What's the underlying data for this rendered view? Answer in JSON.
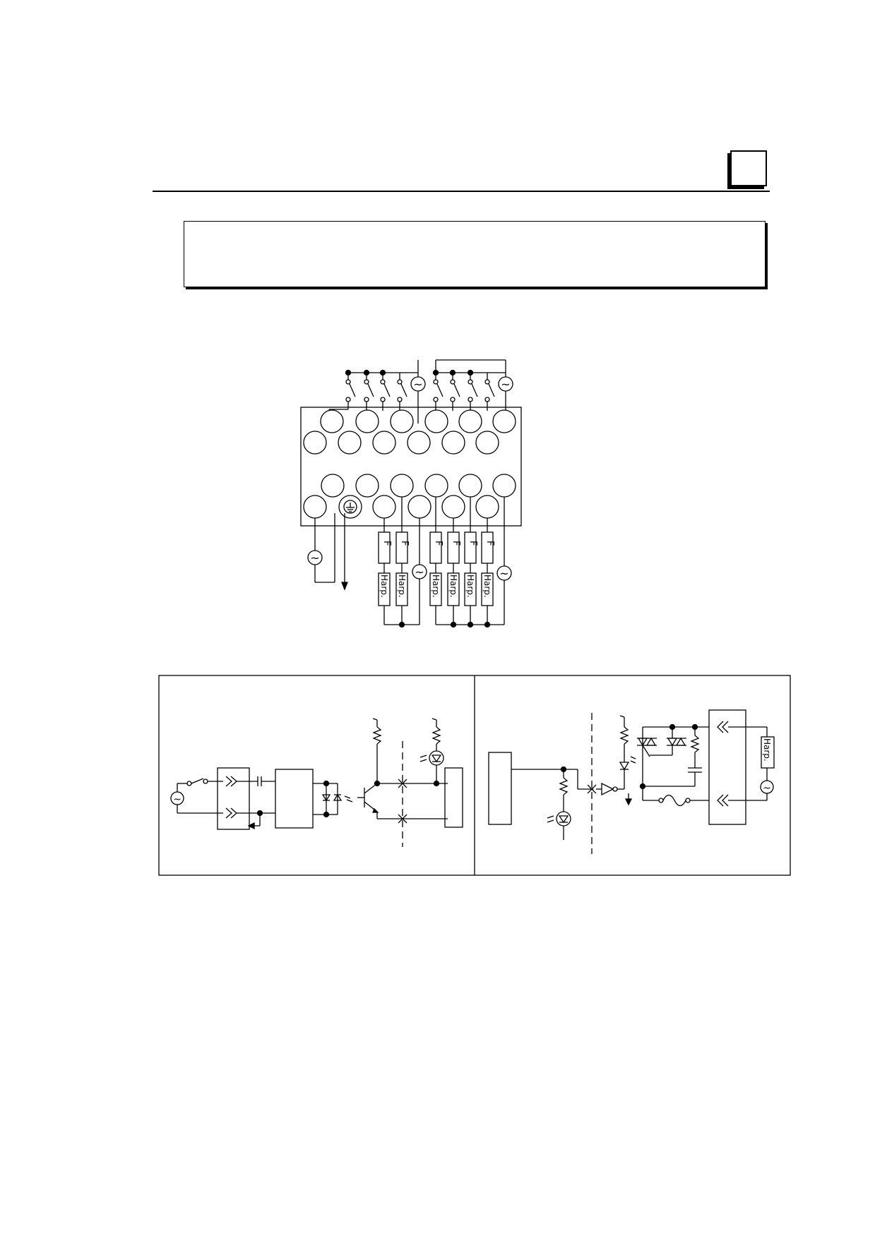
{
  "page": {
    "chapter_box_label": "",
    "note_text": ""
  },
  "wiring_diagram": {
    "fuse_label": "F",
    "load_label": "Harp.",
    "ac_source_symbol": "~"
  },
  "schematic": {
    "load_label": "Harp.",
    "ac_source_symbol": "~"
  }
}
